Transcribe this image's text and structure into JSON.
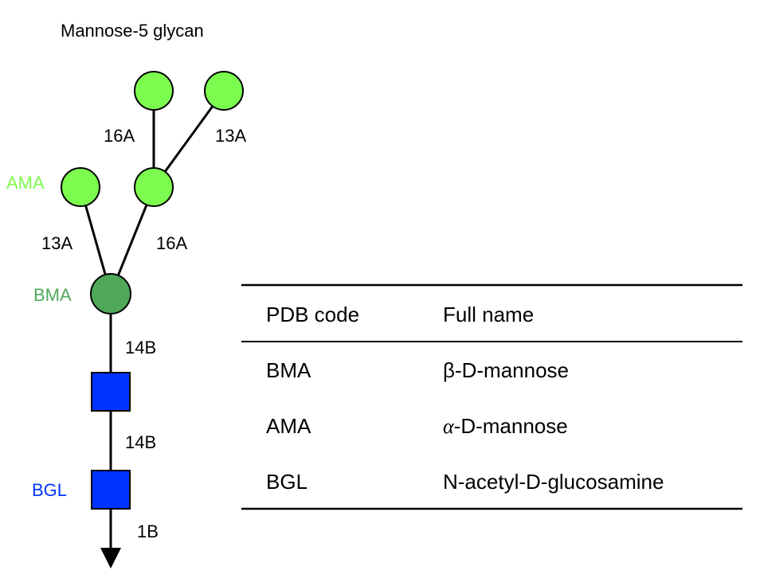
{
  "title": "Mannose-5 glycan",
  "colors": {
    "ama": "#7CFC4F",
    "bma": "#4FA85A",
    "bgl": "#0033FF",
    "ama_label": "#7CFC4F",
    "bma_label": "#4FA85A",
    "bgl_label": "#0033FF"
  },
  "residue_labels": {
    "ama": "AMA",
    "bma": "BMA",
    "bgl": "BGL"
  },
  "linkages": {
    "top_left": "16A",
    "top_right": "13A",
    "mid_left": "13A",
    "mid_right": "16A",
    "bma_down": "14B",
    "gl_mid": "14B",
    "reducing_end": "1B"
  },
  "table": {
    "headers": [
      "PDB code",
      "Full name"
    ],
    "rows": [
      {
        "code": "BMA",
        "name": "β-D-mannose"
      },
      {
        "code": "AMA",
        "name_prefix": "α",
        "name_suffix": "-D-mannose"
      },
      {
        "code": "BGL",
        "name": "N-acetyl-D-glucosamine"
      }
    ]
  },
  "icons": {
    "mannose_alpha": "green-circle",
    "mannose_beta": "dark-green-circle",
    "glcnac": "blue-square",
    "reducing_end": "down-arrow"
  }
}
